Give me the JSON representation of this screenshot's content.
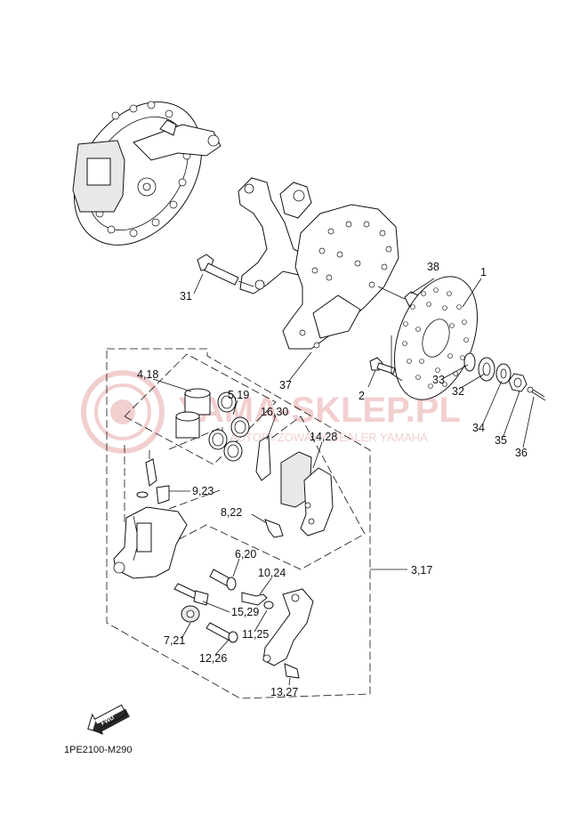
{
  "title_code": "1PE2100-M290",
  "fwd_label": "FWD",
  "watermark": {
    "brand": "YAMA-SKLEP.PL",
    "subtitle": "AUTORYZOWANY DEALER YAMAHA"
  },
  "callouts": [
    {
      "id": "1",
      "label": "1"
    },
    {
      "id": "2",
      "label": "2"
    },
    {
      "id": "3_17",
      "label": "3,17"
    },
    {
      "id": "4_18",
      "label": "4,18"
    },
    {
      "id": "5_19",
      "label": "5,19"
    },
    {
      "id": "6_20",
      "label": "6,20"
    },
    {
      "id": "7_21",
      "label": "7,21"
    },
    {
      "id": "8_22",
      "label": "8,22"
    },
    {
      "id": "9_23",
      "label": "9,23"
    },
    {
      "id": "10_24",
      "label": "10,24"
    },
    {
      "id": "11_25",
      "label": "11,25"
    },
    {
      "id": "12_26",
      "label": "12,26"
    },
    {
      "id": "13_27",
      "label": "13,27"
    },
    {
      "id": "14_28",
      "label": "14,28"
    },
    {
      "id": "15_29",
      "label": "15,29"
    },
    {
      "id": "16_30",
      "label": "16,30"
    },
    {
      "id": "31",
      "label": "31"
    },
    {
      "id": "32",
      "label": "32"
    },
    {
      "id": "33",
      "label": "33"
    },
    {
      "id": "34",
      "label": "34"
    },
    {
      "id": "35",
      "label": "35"
    },
    {
      "id": "36",
      "label": "36"
    },
    {
      "id": "37",
      "label": "37"
    },
    {
      "id": "38",
      "label": "38"
    }
  ]
}
